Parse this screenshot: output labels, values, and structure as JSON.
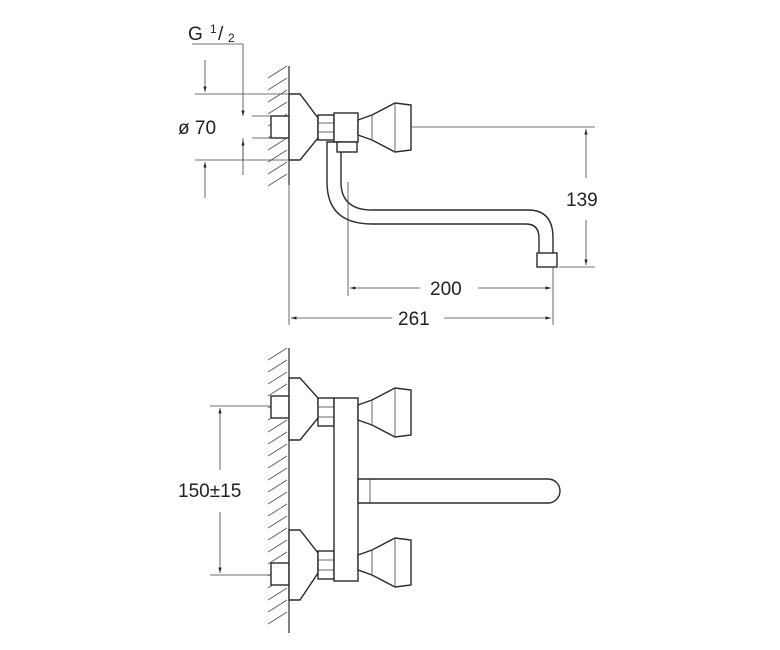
{
  "dimensions": {
    "thread": {
      "main": "G",
      "sup": "1",
      "sub": "2"
    },
    "diameter": "ø 70",
    "height_spout": "139",
    "spout_reach": "200",
    "overall_projection": "261",
    "inlet_spacing": "150±15"
  }
}
